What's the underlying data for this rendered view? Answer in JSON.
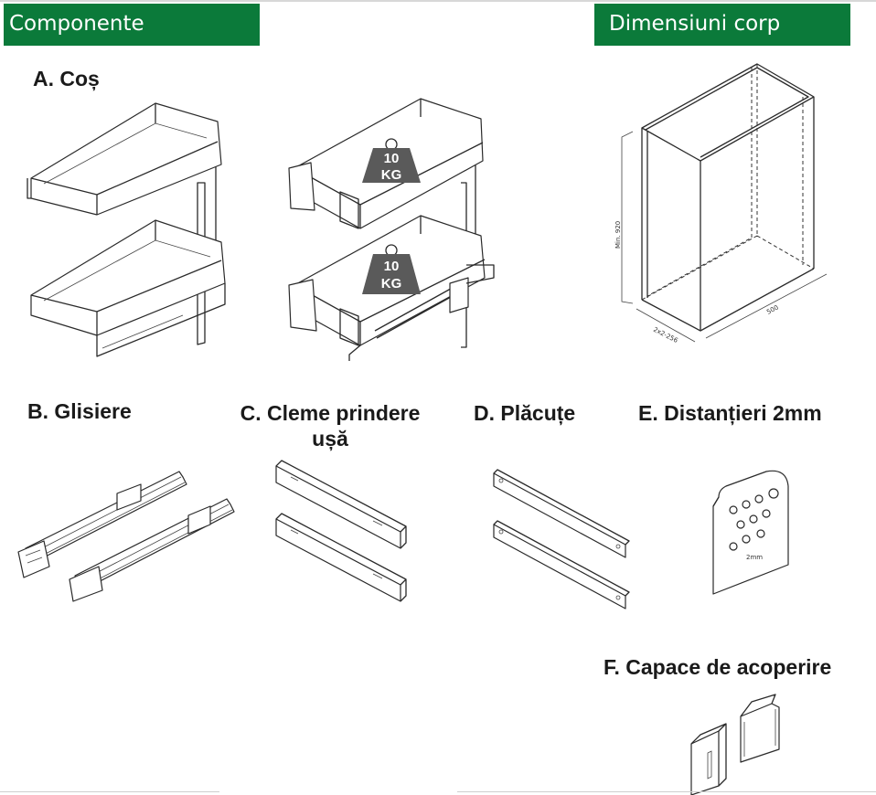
{
  "banners": {
    "left": "Componente",
    "right": "Dimensiuni corp"
  },
  "sections": {
    "a": "A. Coș",
    "b": "B. Glisiere",
    "c": "C. Cleme prindere ușă",
    "d": "D. Plăcuțe",
    "e": "E. Distanțieri 2mm",
    "f": "F. Capace de acoperire"
  },
  "weight_badge": {
    "value": "10",
    "unit": "KG"
  },
  "cabinet_dims": {
    "height": "Min. 920",
    "width": "500",
    "depth": "2x2-256"
  },
  "spacer_label": "2mm",
  "colors": {
    "banner_bg": "#0b7a3a",
    "banner_text": "#ffffff",
    "weight_badge": "#5a5a5a"
  },
  "icons": [
    "basket-illustration",
    "weight-icon",
    "cabinet-illustration",
    "slide-rail-illustration",
    "door-clip-illustration",
    "mounting-plate-illustration",
    "spacer-illustration",
    "cover-cap-illustration"
  ]
}
